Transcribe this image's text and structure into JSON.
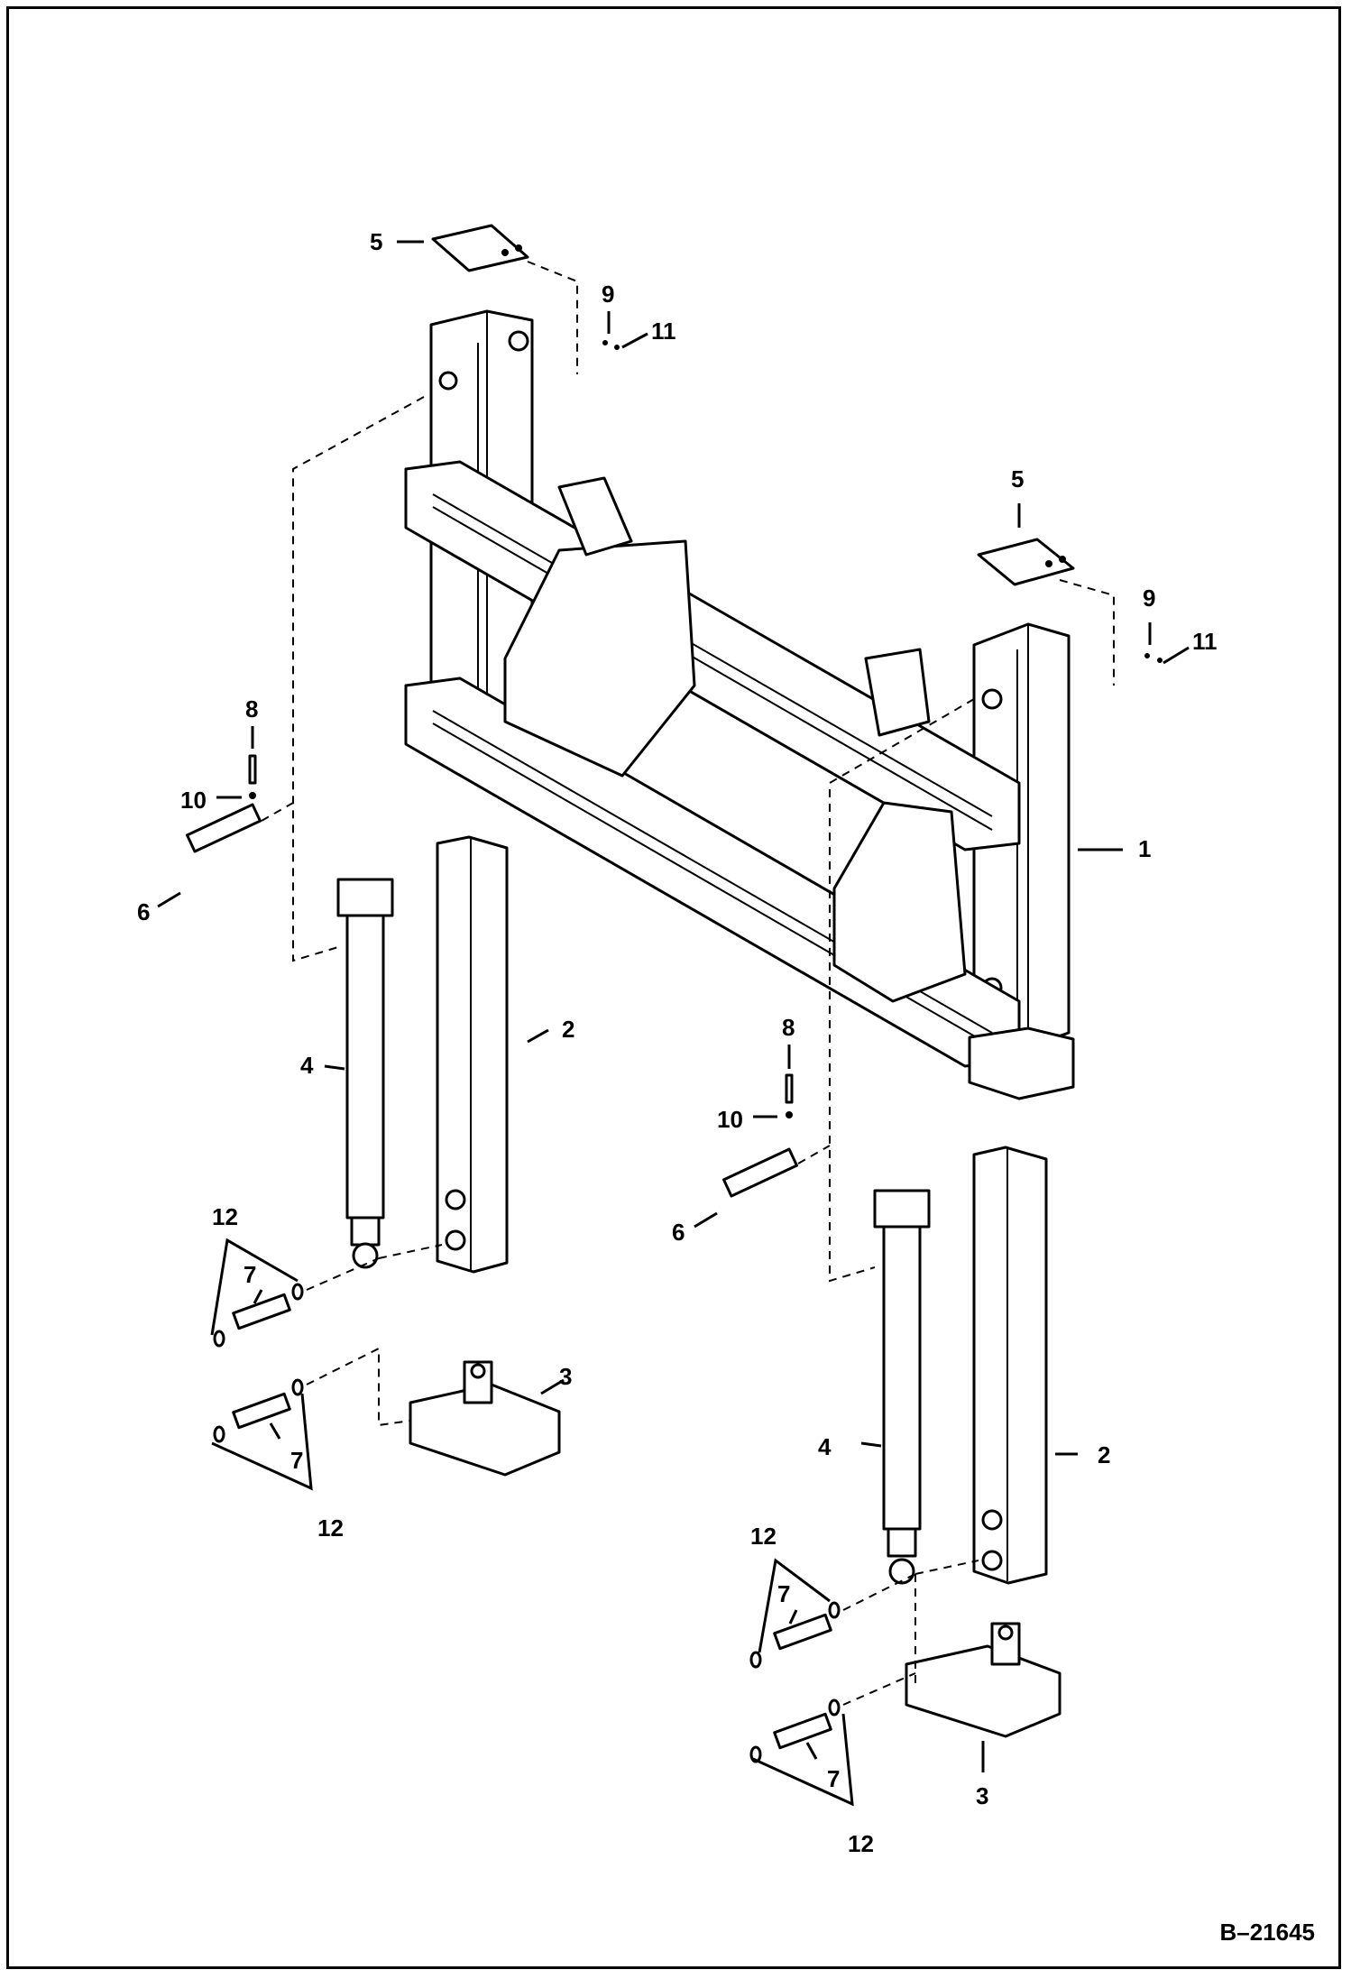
{
  "figure": {
    "document_id": "B–21645",
    "callouts": {
      "c1": "1",
      "c2a": "2",
      "c2b": "2",
      "c3a": "3",
      "c3b": "3",
      "c4a": "4",
      "c4b": "4",
      "c5a": "5",
      "c5b": "5",
      "c6a": "6",
      "c6b": "6",
      "c7a": "7",
      "c7b": "7",
      "c7c": "7",
      "c7d": "7",
      "c8a": "8",
      "c8b": "8",
      "c9a": "9",
      "c9b": "9",
      "c10a": "10",
      "c10b": "10",
      "c11a": "11",
      "c11b": "11",
      "c12a": "12",
      "c12b": "12",
      "c12c": "12",
      "c12d": "12"
    }
  }
}
